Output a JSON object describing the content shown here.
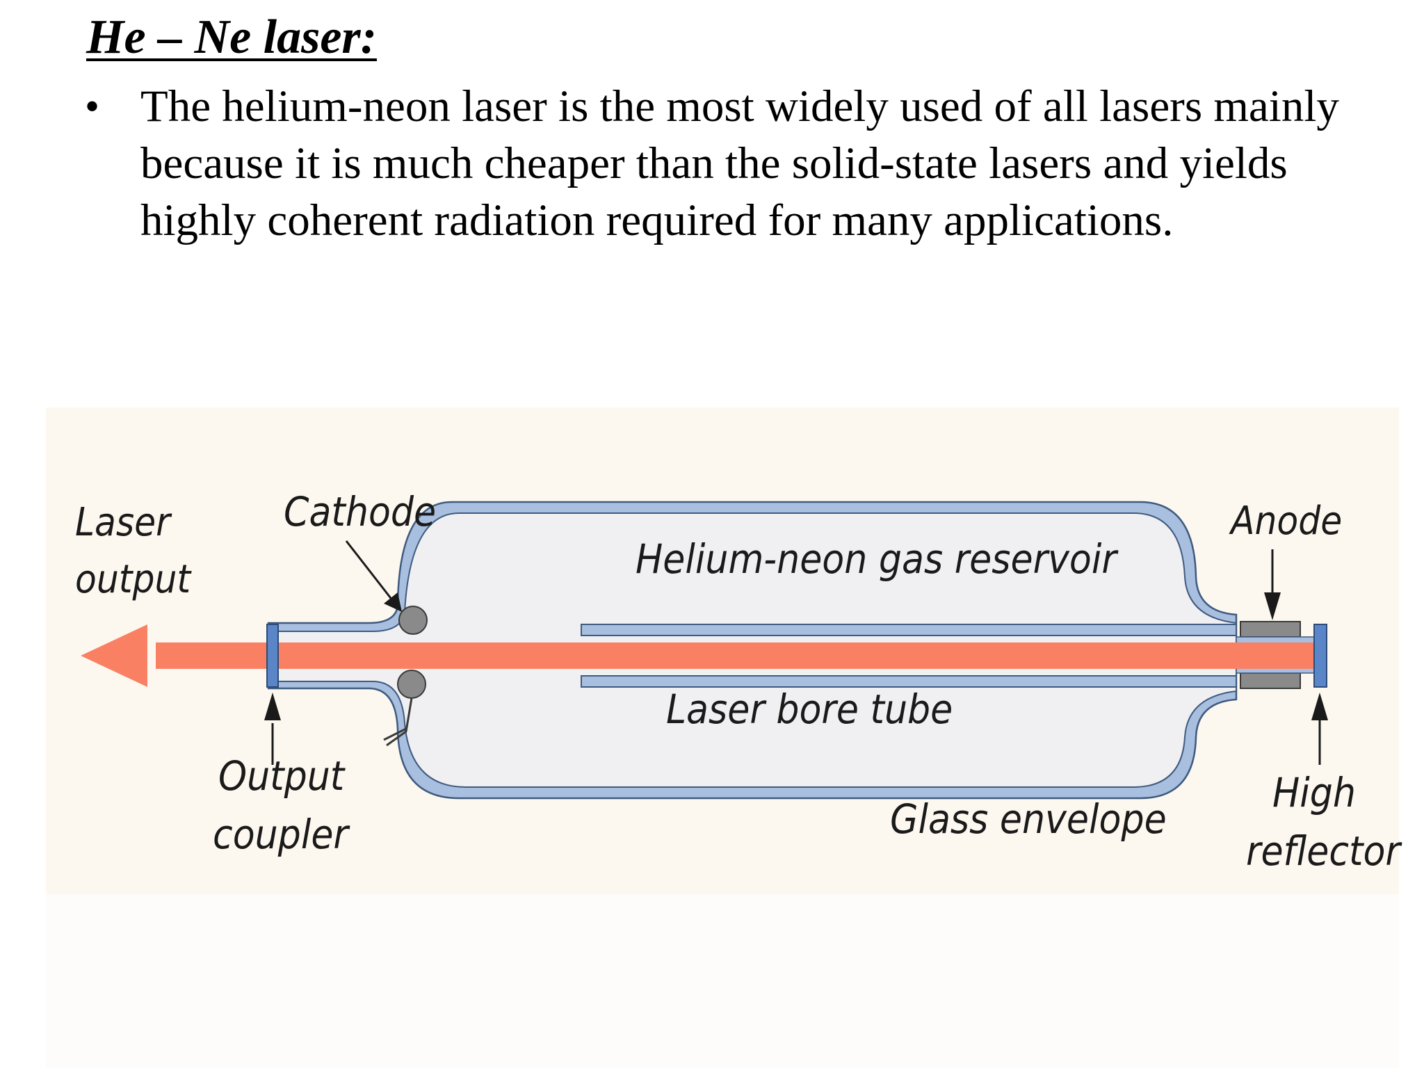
{
  "slide": {
    "title": "He – Ne laser:",
    "bullet_text": "The helium-neon laser is the most widely used of all lasers mainly because it is much cheaper than the solid-state lasers and yields highly coherent radiation required for many applications."
  },
  "diagram": {
    "labels": {
      "laser_output_line1": "Laser",
      "laser_output_line2": "output",
      "cathode": "Cathode",
      "reservoir": "Helium-neon gas reservoir",
      "anode": "Anode",
      "bore_tube": "Laser bore tube",
      "output_coupler_line1": "Output",
      "output_coupler_line2": "coupler",
      "glass_envelope": "Glass envelope",
      "high_reflector_line1": "High",
      "high_reflector_line2": "reflector"
    },
    "colors": {
      "beam": "#fa8064",
      "glass": "#a9bfdf",
      "glass_outline": "#3e5a7e",
      "interior": "#f0f0f2",
      "mirror": "#5a86c8",
      "electrode": "#8a8a8a"
    }
  }
}
